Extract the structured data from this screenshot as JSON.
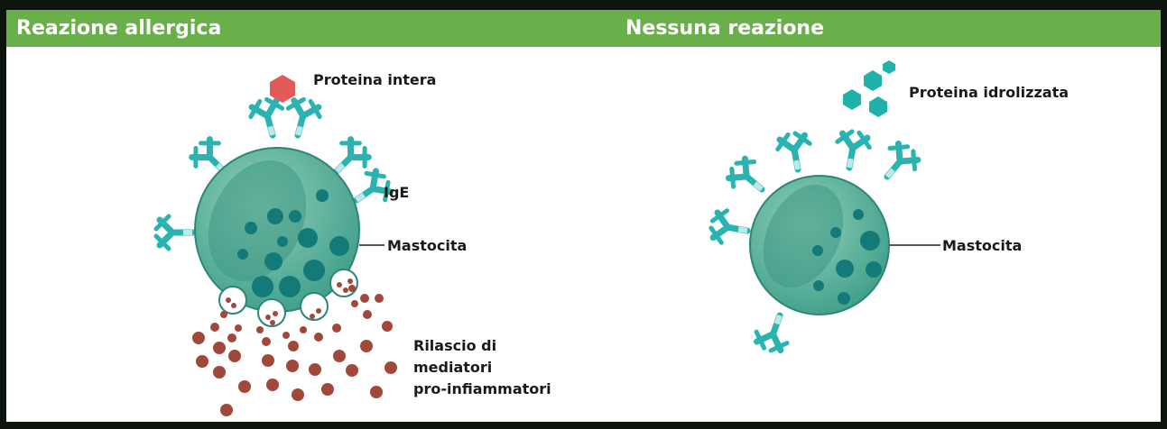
{
  "header": {
    "left_title": "Reazione allergica",
    "right_title": "Nessuna reazione",
    "color": "#6ab04a"
  },
  "left_panel": {
    "protein_label": "Proteina intera",
    "antibody_label": "IgE",
    "cell_label": "Mastocita",
    "release_label_lines": [
      "Rilascio di",
      "mediatori",
      "pro-infiammatori"
    ]
  },
  "right_panel": {
    "protein_label": "Proteina idrolizzata",
    "cell_label": "Mastocita"
  },
  "colors": {
    "antibody": "#2bb3b1",
    "cell": "#5fb8a0",
    "granule": "#137a78",
    "whole_protein": "#e35a5a",
    "hydrolyzed_protein": "#20b2aa",
    "mediator": "#a0483a"
  }
}
